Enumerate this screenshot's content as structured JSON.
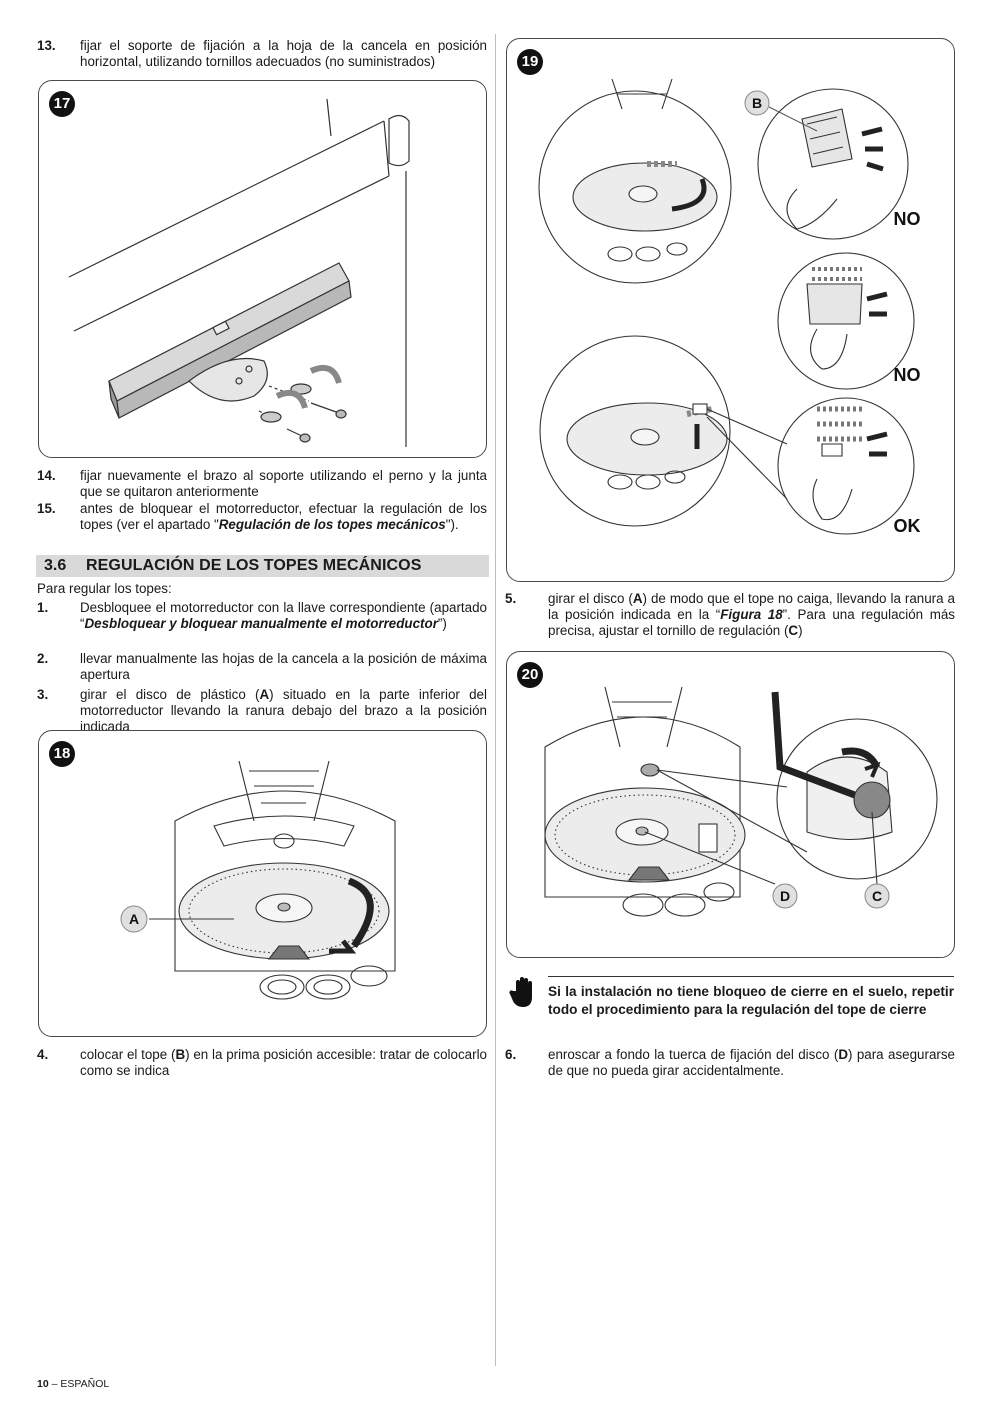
{
  "steps": {
    "s13": {
      "num": "13.",
      "text": "fijar el soporte de fijación a la hoja de la cancela en posición horizontal, utilizando tornillos adecuados (no suministrados)"
    },
    "s14": {
      "num": "14.",
      "text": "fijar nuevamente el brazo al soporte utilizando el perno y la junta que se quitaron anteriormente"
    },
    "s15": {
      "num": "15.",
      "pre": "antes de bloquear el motorreductor, efectuar la regulación de los topes (ver el apartado \"",
      "link": "Regulación de los topes mecánicos",
      "post": "\")."
    },
    "s1": {
      "num": "1.",
      "pre": "Desbloquee el motorreductor con la llave correspondiente (apartado “",
      "link": "Desbloquear y bloquear manualmente el motorreductor",
      "post": "”)"
    },
    "s2": {
      "num": "2.",
      "text": "llevar manualmente las hojas de la cancela a la posición de máxima apertura"
    },
    "s3": {
      "num": "3.",
      "pre": "girar el disco de plástico (",
      "ref": "A",
      "post": ") situado en la parte inferior del motorreductor llevando la ranura debajo del brazo a la posición indicada"
    },
    "s4": {
      "num": "4.",
      "pre": "colocar el tope (",
      "ref": "B",
      "post": ") en la prima posición accesible: tratar de colocarlo como se indica"
    },
    "s5": {
      "num": "5.",
      "pre": "girar el disco (",
      "ref": "A",
      "mid": ") de modo que el tope no caiga, llevando la ranura a la posición indicada en la “",
      "link": "Figura 18",
      "mid2": "”. Para una regulación más precisa, ajustar el tornillo de regulación (",
      "ref2": "C",
      "post": ")"
    },
    "s6": {
      "num": "6.",
      "pre": "enroscar a fondo la tuerca de fijación del disco (",
      "ref": "D",
      "post": ") para asegurarse de que no pueda girar accidentalmente."
    }
  },
  "section": {
    "number": "3.6",
    "title": "REGULACIÓN DE LOS TOPES MECÁNICOS",
    "intro": "Para regular los topes:"
  },
  "figures": {
    "f17": {
      "badge": "17"
    },
    "f18": {
      "badge": "18",
      "label_a": "A"
    },
    "f19": {
      "badge": "19",
      "label_b": "B",
      "status1": "NO",
      "status2": "NO",
      "status3": "OK"
    },
    "f20": {
      "badge": "20",
      "label_d": "D",
      "label_c": "C"
    }
  },
  "note": {
    "text": "Si la instalación no tiene bloqueo de cierre en el suelo, repetir todo el procedimiento para la regulación del tope de cierre",
    "icon": "hand-stop-icon"
  },
  "footer": {
    "page": "10",
    "sep": " – ",
    "lang": "ESPAÑOL"
  }
}
